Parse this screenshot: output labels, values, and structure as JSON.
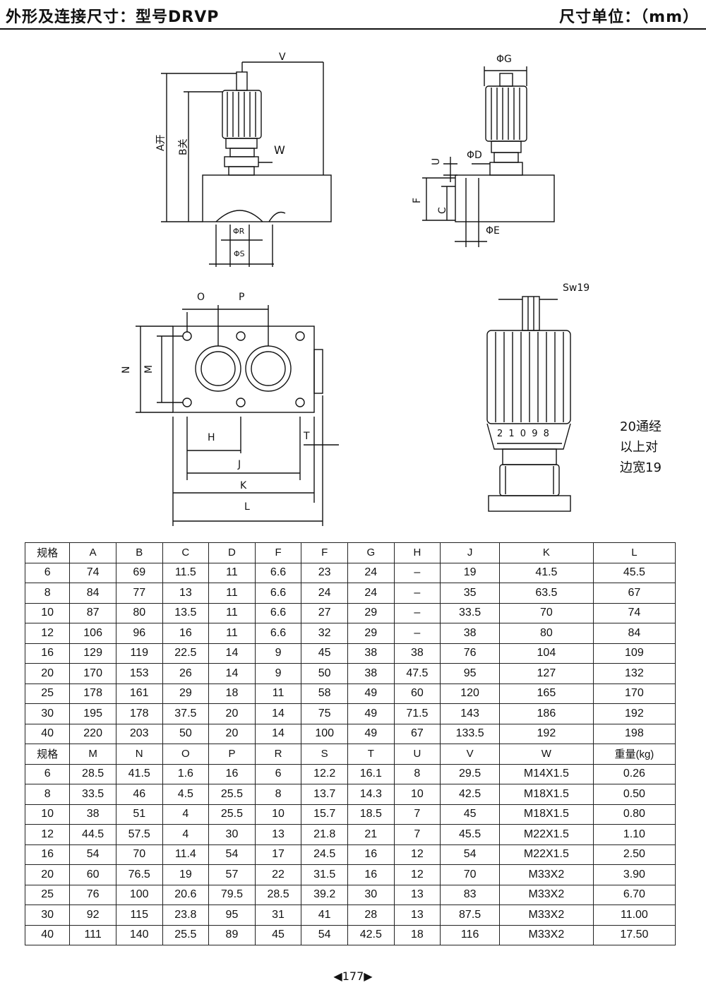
{
  "header": {
    "title": "外形及连接尺寸：型号DRVP",
    "unit": "尺寸单位：（mm）"
  },
  "drawing_labels": {
    "v": "V",
    "a": "A开",
    "b": "B关",
    "w": "W",
    "r": "ΦR",
    "s": "ΦS",
    "g": "ΦG",
    "u": "U",
    "d": "ΦD",
    "f": "F",
    "c": "C",
    "e": "ΦE",
    "sw": "Sw19",
    "o": "O",
    "p": "P",
    "n": "N",
    "m": "M",
    "h": "H",
    "t": "T",
    "j": "J",
    "k": "K",
    "l": "L",
    "dial": "2 1 0 9 8"
  },
  "note": {
    "line1": "20通经",
    "line2": "以上对",
    "line3": "边宽19"
  },
  "table1": {
    "headers": [
      "规格",
      "A",
      "B",
      "C",
      "D",
      "F",
      "F",
      "G",
      "H",
      "J",
      "K",
      "L"
    ],
    "rows": [
      [
        "6",
        "74",
        "69",
        "11.5",
        "11",
        "6.6",
        "23",
        "24",
        "–",
        "19",
        "41.5",
        "45.5"
      ],
      [
        "8",
        "84",
        "77",
        "13",
        "11",
        "6.6",
        "24",
        "24",
        "–",
        "35",
        "63.5",
        "67"
      ],
      [
        "10",
        "87",
        "80",
        "13.5",
        "11",
        "6.6",
        "27",
        "29",
        "–",
        "33.5",
        "70",
        "74"
      ],
      [
        "12",
        "106",
        "96",
        "16",
        "11",
        "6.6",
        "32",
        "29",
        "–",
        "38",
        "80",
        "84"
      ],
      [
        "16",
        "129",
        "119",
        "22.5",
        "14",
        "9",
        "45",
        "38",
        "38",
        "76",
        "104",
        "109"
      ],
      [
        "20",
        "170",
        "153",
        "26",
        "14",
        "9",
        "50",
        "38",
        "47.5",
        "95",
        "127",
        "132"
      ],
      [
        "25",
        "178",
        "161",
        "29",
        "18",
        "11",
        "58",
        "49",
        "60",
        "120",
        "165",
        "170"
      ],
      [
        "30",
        "195",
        "178",
        "37.5",
        "20",
        "14",
        "75",
        "49",
        "71.5",
        "143",
        "186",
        "192"
      ],
      [
        "40",
        "220",
        "203",
        "50",
        "20",
        "14",
        "100",
        "49",
        "67",
        "133.5",
        "192",
        "198"
      ]
    ]
  },
  "table2": {
    "headers": [
      "规格",
      "M",
      "N",
      "O",
      "P",
      "R",
      "S",
      "T",
      "U",
      "V",
      "W",
      "重量(kg)"
    ],
    "rows": [
      [
        "6",
        "28.5",
        "41.5",
        "1.6",
        "16",
        "6",
        "12.2",
        "16.1",
        "8",
        "29.5",
        "M14X1.5",
        "0.26"
      ],
      [
        "8",
        "33.5",
        "46",
        "4.5",
        "25.5",
        "8",
        "13.7",
        "14.3",
        "10",
        "42.5",
        "M18X1.5",
        "0.50"
      ],
      [
        "10",
        "38",
        "51",
        "4",
        "25.5",
        "10",
        "15.7",
        "18.5",
        "7",
        "45",
        "M18X1.5",
        "0.80"
      ],
      [
        "12",
        "44.5",
        "57.5",
        "4",
        "30",
        "13",
        "21.8",
        "21",
        "7",
        "45.5",
        "M22X1.5",
        "1.10"
      ],
      [
        "16",
        "54",
        "70",
        "11.4",
        "54",
        "17",
        "24.5",
        "16",
        "12",
        "54",
        "M22X1.5",
        "2.50"
      ],
      [
        "20",
        "60",
        "76.5",
        "19",
        "57",
        "22",
        "31.5",
        "16",
        "12",
        "70",
        "M33X2",
        "3.90"
      ],
      [
        "25",
        "76",
        "100",
        "20.6",
        "79.5",
        "28.5",
        "39.2",
        "30",
        "13",
        "83",
        "M33X2",
        "6.70"
      ],
      [
        "30",
        "92",
        "115",
        "23.8",
        "95",
        "31",
        "41",
        "28",
        "13",
        "87.5",
        "M33X2",
        "11.00"
      ],
      [
        "40",
        "111",
        "140",
        "25.5",
        "89",
        "45",
        "54",
        "42.5",
        "18",
        "116",
        "M33X2",
        "17.50"
      ]
    ]
  },
  "page_number": "◀177▶"
}
